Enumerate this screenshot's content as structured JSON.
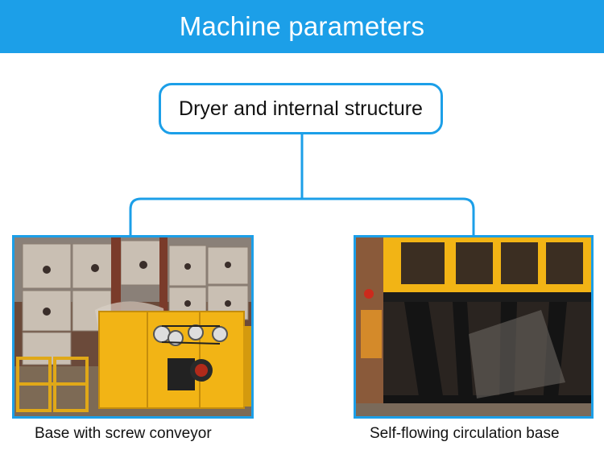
{
  "header": {
    "title": "Machine parameters"
  },
  "root_node": {
    "label": "Dryer and internal structure"
  },
  "branches": [
    {
      "caption": "Base with screw conveyor",
      "image": "yellow screw conveyor base in warehouse"
    },
    {
      "caption": "Self-flowing circulation base",
      "image": "black steel circulation base with yellow hopper"
    }
  ],
  "colors": {
    "accent": "#1c9fe8",
    "machine_yellow": "#f2b415",
    "steel_black": "#1c1c1c"
  }
}
